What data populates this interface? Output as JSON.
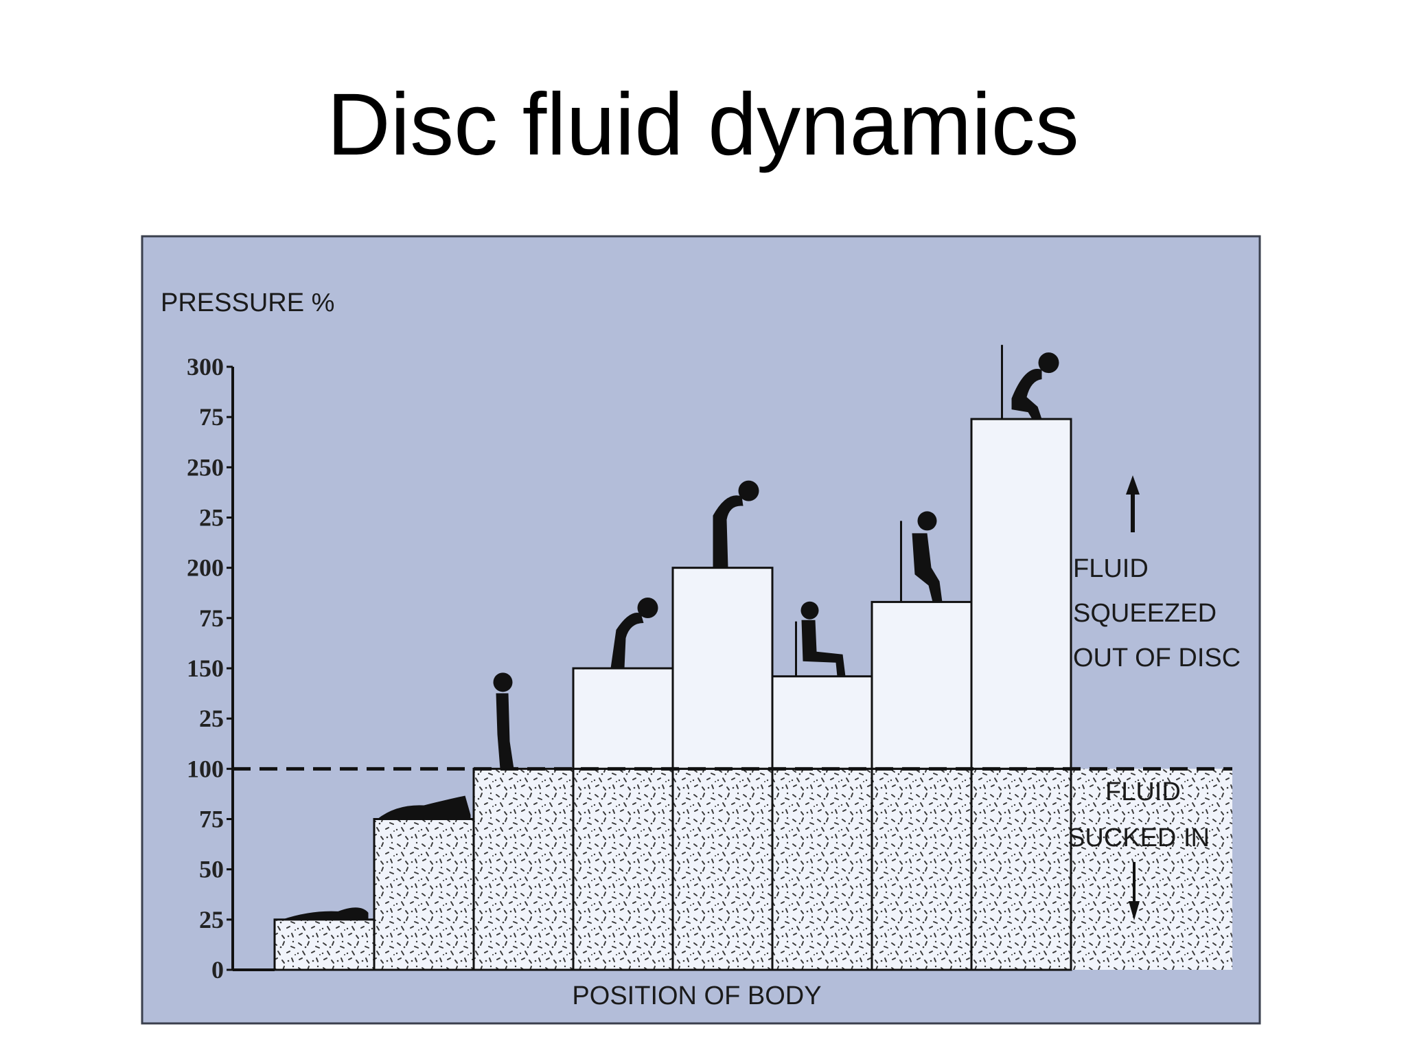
{
  "slide": {
    "title": "Disc fluid dynamics"
  },
  "colors": {
    "panel": "#b3bdd9",
    "bar": "#f1f4fb",
    "speckle": "#3a3a3a",
    "ink": "#111111"
  },
  "chart_data": {
    "type": "bar",
    "ylabel": "PRESSURE %",
    "xlabel": "POSITION OF BODY",
    "ylim": [
      0,
      300
    ],
    "yticks": [
      {
        "value": 300,
        "label": "300"
      },
      {
        "value": 275,
        "label": "75"
      },
      {
        "value": 250,
        "label": "250"
      },
      {
        "value": 225,
        "label": "25"
      },
      {
        "value": 200,
        "label": "200"
      },
      {
        "value": 175,
        "label": "75"
      },
      {
        "value": 150,
        "label": "150"
      },
      {
        "value": 125,
        "label": "25"
      },
      {
        "value": 100,
        "label": "100"
      },
      {
        "value": 75,
        "label": "75"
      },
      {
        "value": 50,
        "label": "50"
      },
      {
        "value": 25,
        "label": "25"
      },
      {
        "value": 0,
        "label": "0"
      }
    ],
    "reference_line": 100,
    "grid": false,
    "values": [
      25,
      75,
      100,
      150,
      200,
      146,
      183,
      274
    ],
    "icons": [
      "lying-figure-icon",
      "side-lying-figure-icon",
      "standing-figure-icon",
      "bending-forward-figure-icon",
      "bending-deep-figure-icon",
      "sitting-figure-icon",
      "sitting-leaning-figure-icon",
      "sitting-bent-figure-icon"
    ],
    "annotations": {
      "upper": [
        "FLUID",
        "SQUEEZED",
        "OUT OF DISC"
      ],
      "lower": [
        "FLUID",
        "SUCKED IN"
      ]
    }
  }
}
